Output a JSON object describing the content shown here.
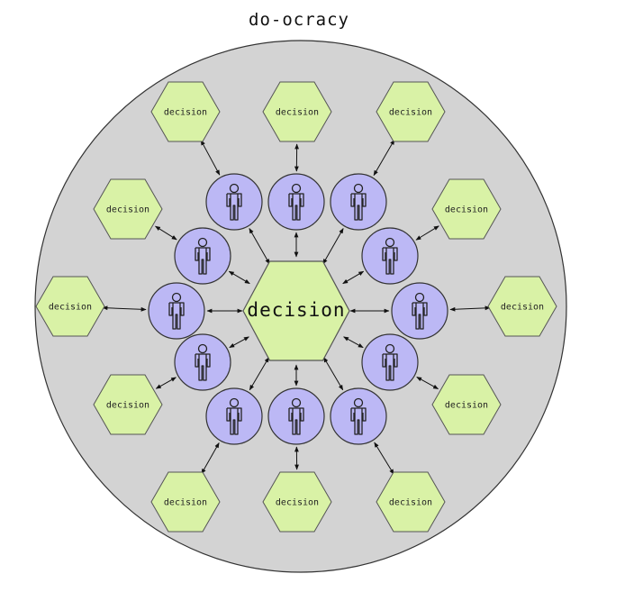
{
  "title": "do-ocracy",
  "center_node": {
    "label": "decision"
  },
  "outer_nodes": [
    {
      "label": "decision"
    },
    {
      "label": "decision"
    },
    {
      "label": "decision"
    },
    {
      "label": "decision"
    },
    {
      "label": "decision"
    },
    {
      "label": "decision"
    },
    {
      "label": "decision"
    },
    {
      "label": "decision"
    },
    {
      "label": "decision"
    },
    {
      "label": "decision"
    },
    {
      "label": "decision"
    },
    {
      "label": "decision"
    }
  ],
  "person_count": 12,
  "colors": {
    "circle_fill": "#d3d3d3",
    "hex_fill": "#d9f2a6",
    "hex_stroke": "#555555",
    "person_fill": "#bcb8f5",
    "person_stroke": "#333333",
    "arrow": "#111111"
  },
  "icons": {
    "person": "person-icon",
    "arrow": "double-arrow-icon"
  }
}
